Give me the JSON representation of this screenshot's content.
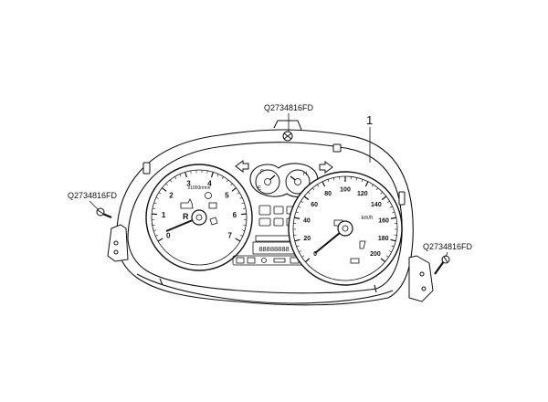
{
  "callouts": {
    "top": "Q2734816FD",
    "left": "Q2734816FD",
    "right": "Q2734816FD",
    "item_number": "1"
  },
  "tachometer": {
    "labels": [
      "0",
      "1",
      "2",
      "3",
      "4",
      "5",
      "6",
      "7"
    ],
    "unit": "x1000r/min",
    "redline_from": 6.3
  },
  "speedometer": {
    "labels": [
      "0",
      "20",
      "40",
      "60",
      "80",
      "100",
      "120",
      "140",
      "160",
      "180",
      "200"
    ],
    "unit": "km/h"
  },
  "fuel_gauge": {
    "full_label": "F",
    "empty_label": "E"
  },
  "temp_gauge": {
    "hot_label": "H",
    "cold_label": "C"
  },
  "odometer": {
    "display": "88888888"
  }
}
